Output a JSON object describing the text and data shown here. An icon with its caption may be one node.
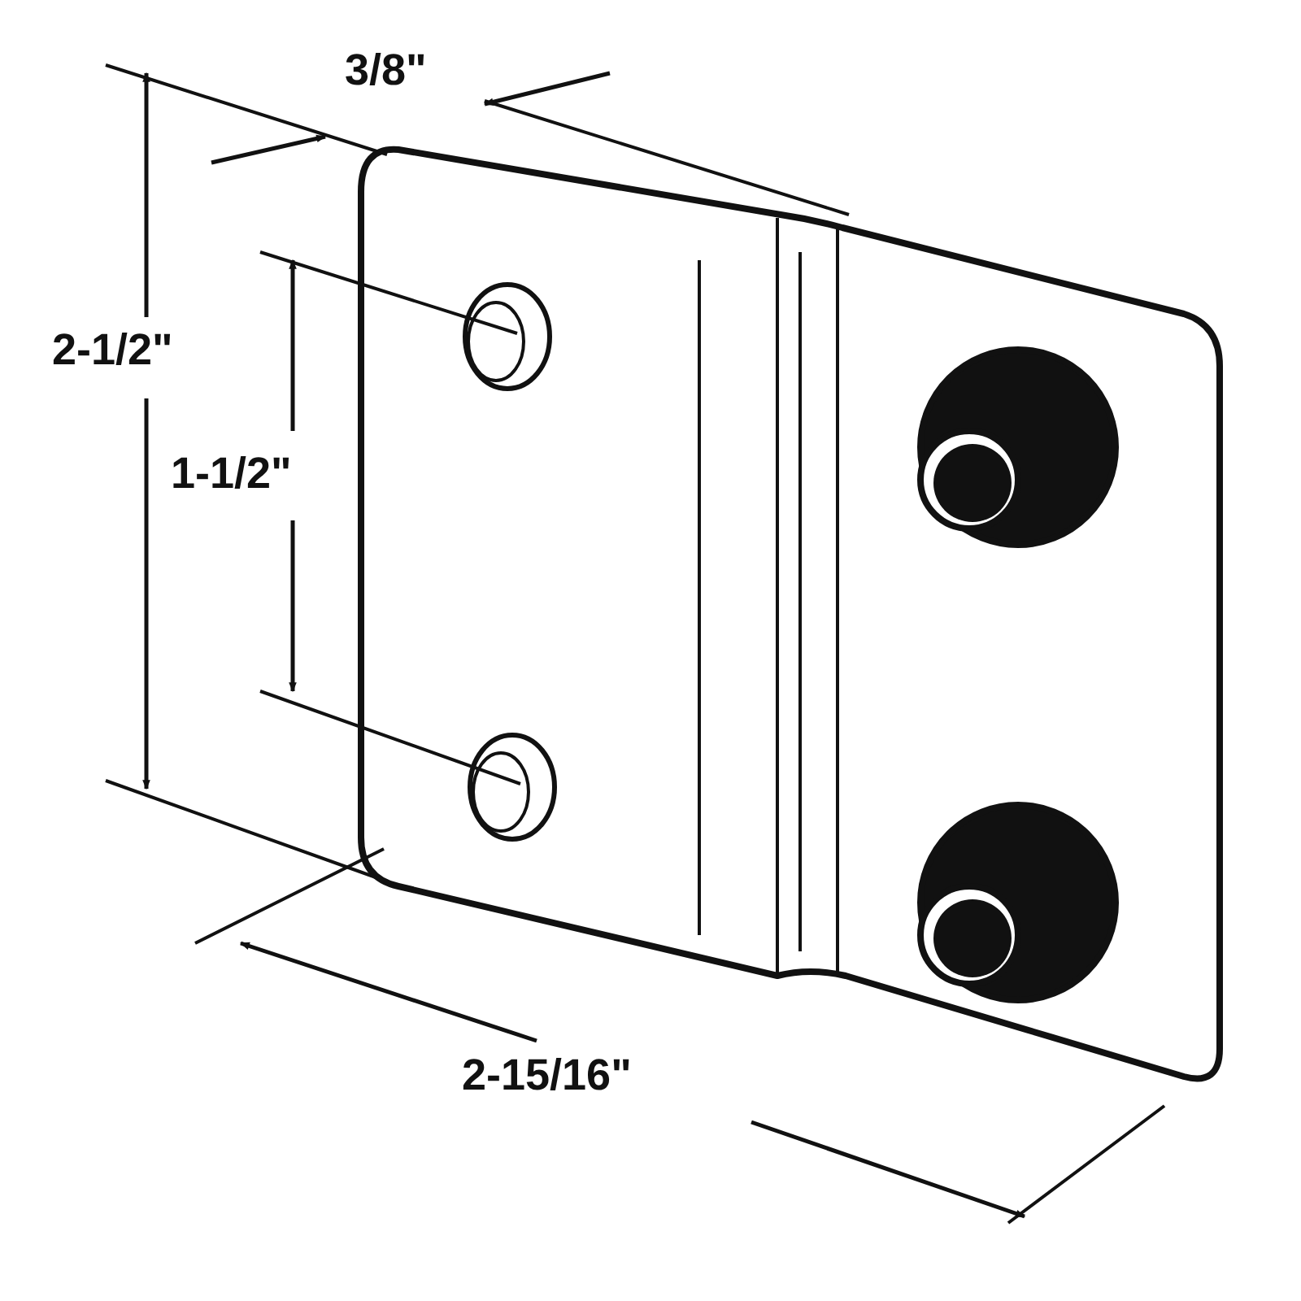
{
  "diagram": {
    "labels": [
      "3/8\"",
      "2-1/2\"",
      "1-1/2\"",
      "2-15/16\""
    ]
  }
}
